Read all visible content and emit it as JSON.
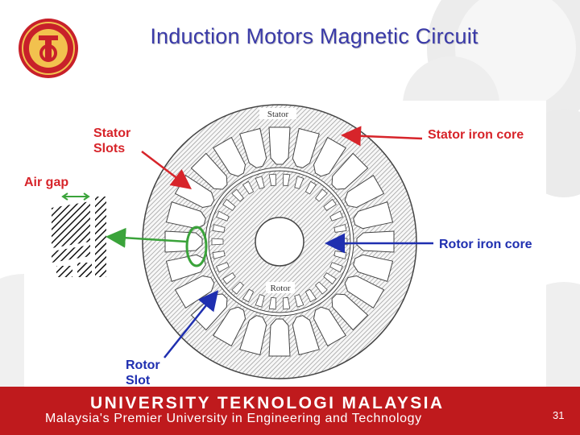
{
  "slide": {
    "title": "Induction Motors Magnetic Circuit",
    "page_number": "31"
  },
  "diagram": {
    "labels": {
      "stator_slots": "Stator Slots",
      "air_gap": "Air gap",
      "stator_iron_core": "Stator iron core",
      "rotor_iron_core": "Rotor iron core",
      "rotor_slot": "Rotor Slot",
      "stator_inner": "Stator",
      "rotor_inner": "Rotor"
    },
    "colors": {
      "red_labels": "#d7242a",
      "blue_labels": "#1f2fb0",
      "green_labels": "#3aa33a"
    }
  },
  "footer": {
    "line1": "UNIVERSITY TEKNOLOGI MALAYSIA",
    "line2": "Malaysia's Premier University in Engineering and Technology",
    "background": "#bf1a1d"
  }
}
